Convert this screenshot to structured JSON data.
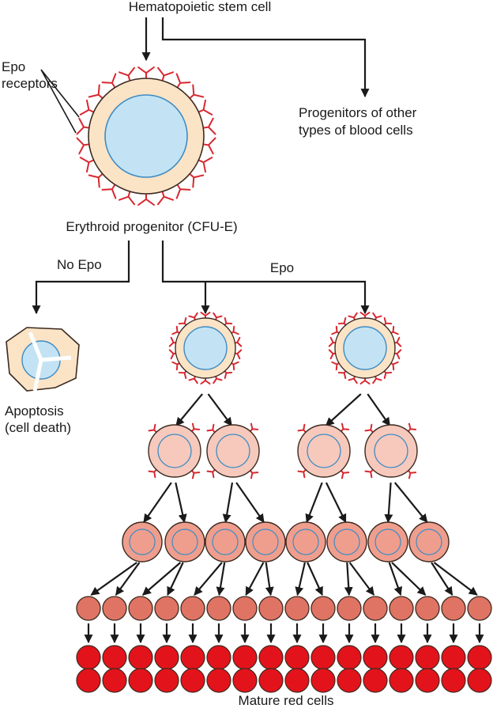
{
  "labels": {
    "stem_cell": "Hematopoietic stem cell",
    "epo_receptors_line1": "Epo",
    "epo_receptors_line2": "receptors",
    "other_progenitors_line1": "Progenitors of other",
    "other_progenitors_line2": "types of blood cells",
    "erythroid_progenitor": "Erythroid progenitor (CFU-E)",
    "no_epo": "No Epo",
    "epo": "Epo",
    "apoptosis_line1": "Apoptosis",
    "apoptosis_line2": "(cell death)",
    "mature_red_cells": "Mature red cells"
  },
  "colors": {
    "arrow": "#1a1a1a",
    "receptor": "#d7282f",
    "cytoplasm": "#fbe3c6",
    "nucleus": "#c3e3f4",
    "nucleus_edge": "#3d8cc4",
    "proerythroblast": "#f6c9bc",
    "erythroblast": "#ef9e8e",
    "normoblast": "#e07464",
    "mature_rbc": "#e3131b"
  }
}
